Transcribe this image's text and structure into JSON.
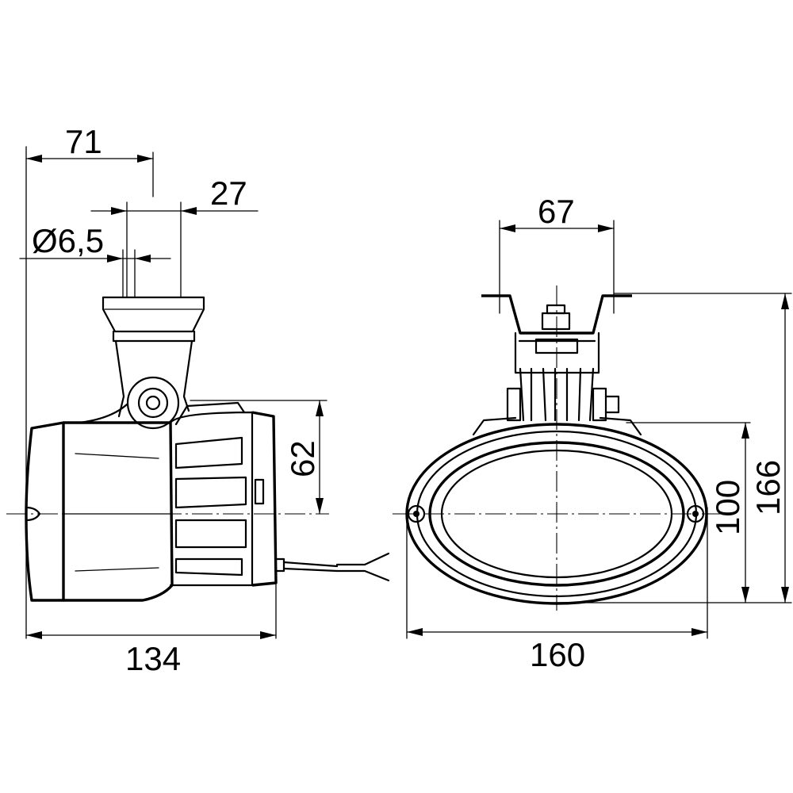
{
  "dimensions": {
    "d71": "71",
    "d27": "27",
    "d65": "Ø6,5",
    "d62": "62",
    "d134": "134",
    "d67": "67",
    "d160": "160",
    "d100": "100",
    "d166": "166"
  }
}
